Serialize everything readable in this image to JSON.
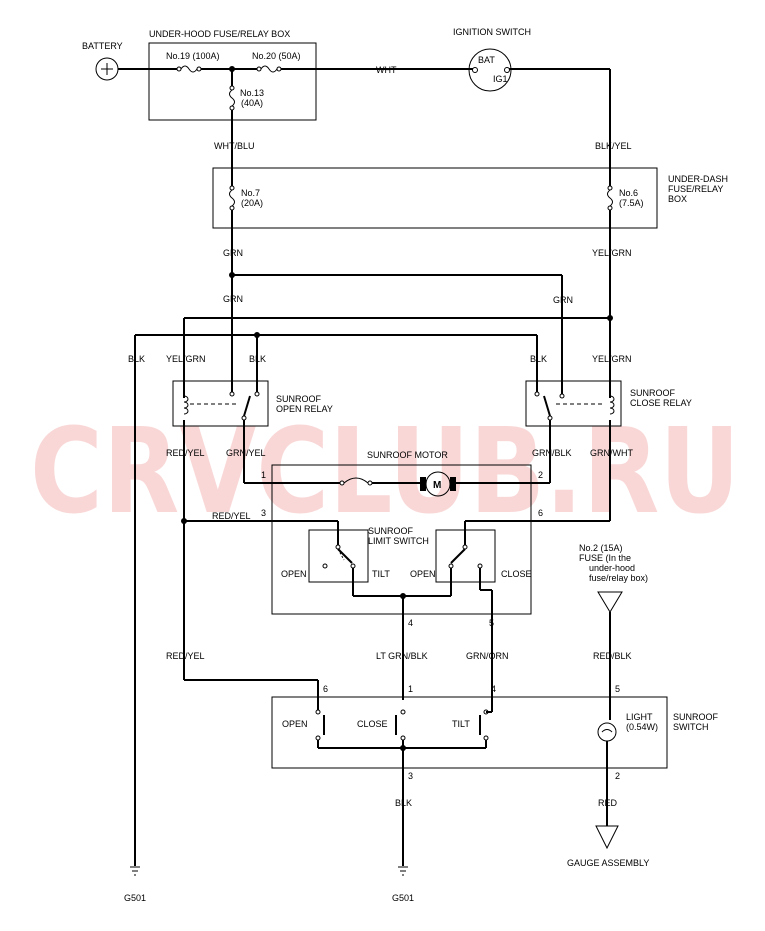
{
  "watermark": "CRVCLUB.RU",
  "components": {
    "battery": "BATTERY",
    "fuse_box_underhood": "UNDER-HOOD FUSE/RELAY BOX",
    "ignition_switch": "IGNITION SWITCH",
    "ign_bat": "BAT",
    "ign_ig1": "IG1",
    "fuse_box_underdash_1": "UNDER-DASH",
    "fuse_box_underdash_2": "FUSE/RELAY",
    "fuse_box_underdash_3": "BOX",
    "open_relay_1": "SUNROOF",
    "open_relay_2": "OPEN RELAY",
    "close_relay_1": "SUNROOF",
    "close_relay_2": "CLOSE RELAY",
    "motor": "SUNROOF MOTOR",
    "motor_symbol": "M",
    "limit_switch_1": "SUNROOF",
    "limit_switch_2": "LIMIT SWITCH",
    "sunroof_switch_1": "SUNROOF",
    "sunroof_switch_2": "SWITCH",
    "gauge": "GAUGE ASSEMBLY",
    "ground_left": "G501",
    "ground_center": "G501",
    "fuse2_line1": "No.2 (15A)",
    "fuse2_line2": "FUSE (In the",
    "fuse2_line3": "under-hood",
    "fuse2_line4": "fuse/relay box)"
  },
  "fuses": {
    "f19": "No.19 (100A)",
    "f20": "No.20 (50A)",
    "f13_a": "No.13",
    "f13_b": "(40A)",
    "f7_a": "No.7",
    "f7_b": "(20A)",
    "f6_a": "No.6",
    "f6_b": "(7.5A)"
  },
  "wires": {
    "wht": "WHT",
    "wht_blu": "WHT/BLU",
    "blk_yel": "BLK/YEL",
    "grn_1": "GRN",
    "grn_2": "GRN",
    "grn_3": "GRN",
    "yel_grn_1": "YEL/GRN",
    "yel_grn_2": "YEL/GRN",
    "yel_grn_3": "YEL/GRN",
    "blk_1": "BLK",
    "blk_2": "BLK",
    "blk_3": "BLK",
    "blk_4": "BLK",
    "red_yel_1": "RED/YEL",
    "red_yel_2": "RED/YEL",
    "red_yel_3": "RED/YEL",
    "grn_yel": "GRN/YEL",
    "grn_blk": "GRN/BLK",
    "grn_wht": "GRN/WHT",
    "lt_grn_blk": "LT GRN/BLK",
    "grn_orn": "GRN/ORN",
    "red_blk": "RED/BLK",
    "red": "RED"
  },
  "pins": {
    "m1": "1",
    "m2": "2",
    "m3": "3",
    "m6": "6",
    "m4": "4",
    "m5": "5",
    "s6": "6",
    "s1": "1",
    "s4": "4",
    "s5": "5",
    "s3": "3",
    "s2": "2"
  },
  "switch_labels": {
    "ls_open_left": "OPEN",
    "ls_tilt": "TILT",
    "ls_open_right": "OPEN",
    "ls_close": "CLOSE",
    "sw_open": "OPEN",
    "sw_close": "CLOSE",
    "sw_tilt": "TILT",
    "light_1": "LIGHT",
    "light_2": "(0.54W)"
  }
}
